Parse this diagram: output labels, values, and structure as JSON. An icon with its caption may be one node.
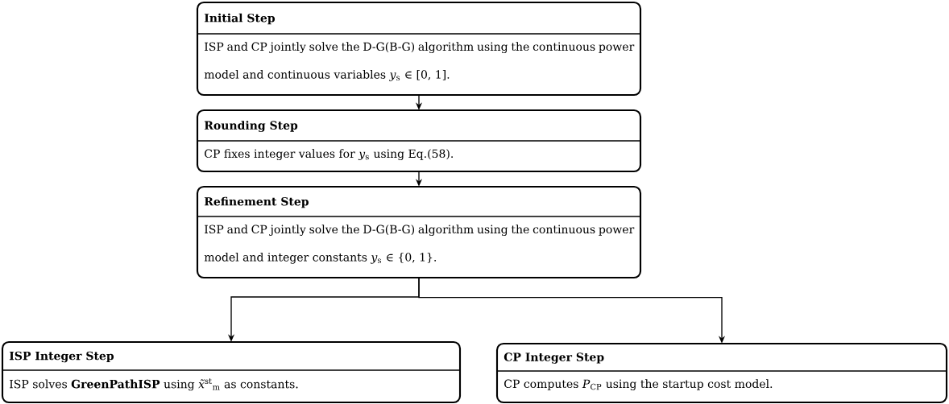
{
  "diagram": {
    "nodes": [
      {
        "text": [
          "Initial Step",
          "ISP and CP jointly solve the D-G(B-G) algorithm using the continuous power model and continuous variables *y*$_{s}$ ∈ [0, 1]."
        ]
      },
      {
        "text": [
          "Rounding Step",
          "CP fixes integer values for *y*$_{s}$ using Eq.(58)."
        ]
      },
      {
        "text": [
          "Refinement Step",
          "ISP and CP jointly solve the D-G(B-G) algorithm using the continuous power model and integer constants *y*$_{s}$ ∈ {0, 1}."
        ]
      },
      {
        "text": [
          "ISP Integer Step",
          "ISP solves **GreenPathISP** using *x̃*$^{st}$$_{m}$ as constants."
        ]
      },
      {
        "text": [
          "CP Integer Step",
          "CP computes *P*$_{CP}$ using the startup cost model."
        ]
      }
    ],
    "edges": [
      {
        "from": 0,
        "to": 1,
        "arrow": "to"
      },
      {
        "from": 1,
        "to": 2,
        "arrow": "to"
      },
      {
        "from": 2,
        "to": 3,
        "arrow": "to"
      },
      {
        "from": 2,
        "to": 4,
        "arrow": "to"
      }
    ]
  }
}
